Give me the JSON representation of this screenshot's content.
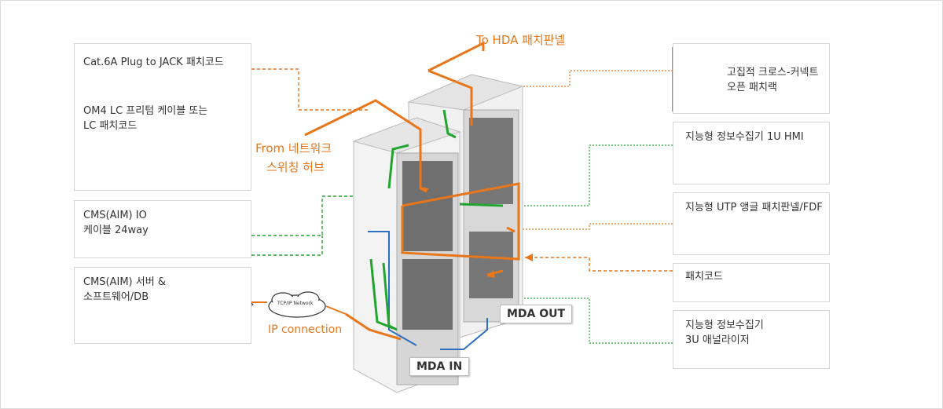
{
  "left_panels": {
    "cable_box": {
      "item1": "Cat.6A Plug to JACK 패치코드",
      "item2_line1": "OM4 LC 프리텀 케이블 또는",
      "item2_line2": "LC 패치코드"
    },
    "cms_io": {
      "line1": "CMS(AIM) IO",
      "line2": "케이블 24way"
    },
    "cms_server": {
      "line1": "CMS(AIM) 서버 &",
      "line2": "소프트웨어/DB"
    }
  },
  "center": {
    "to_hda": "To HDA 패치판넬",
    "from_network_line1": "From 네트워크",
    "from_network_line2": "스위칭 허브",
    "network_cloud": "TCP/IP Network",
    "ip_connection": "IP connection",
    "mda_in": "MDA IN",
    "mda_out": "MDA OUT"
  },
  "right_panels": [
    {
      "line1": "고집적 크로스-커넥트",
      "line2": "오픈 패치랙"
    },
    {
      "line1": "지능형 정보수집기 1U HMI"
    },
    {
      "line1": "지능형 UTP 앵글 패치판넬/FDF"
    },
    {
      "line1": "패치코드"
    },
    {
      "line1": "지능형 정보수집기",
      "line2": "3U 애널라이저"
    }
  ],
  "colors": {
    "orange": "#e8761a",
    "green": "#22a52e",
    "blue": "#2c6fc0",
    "border": "#d6d6d6"
  }
}
